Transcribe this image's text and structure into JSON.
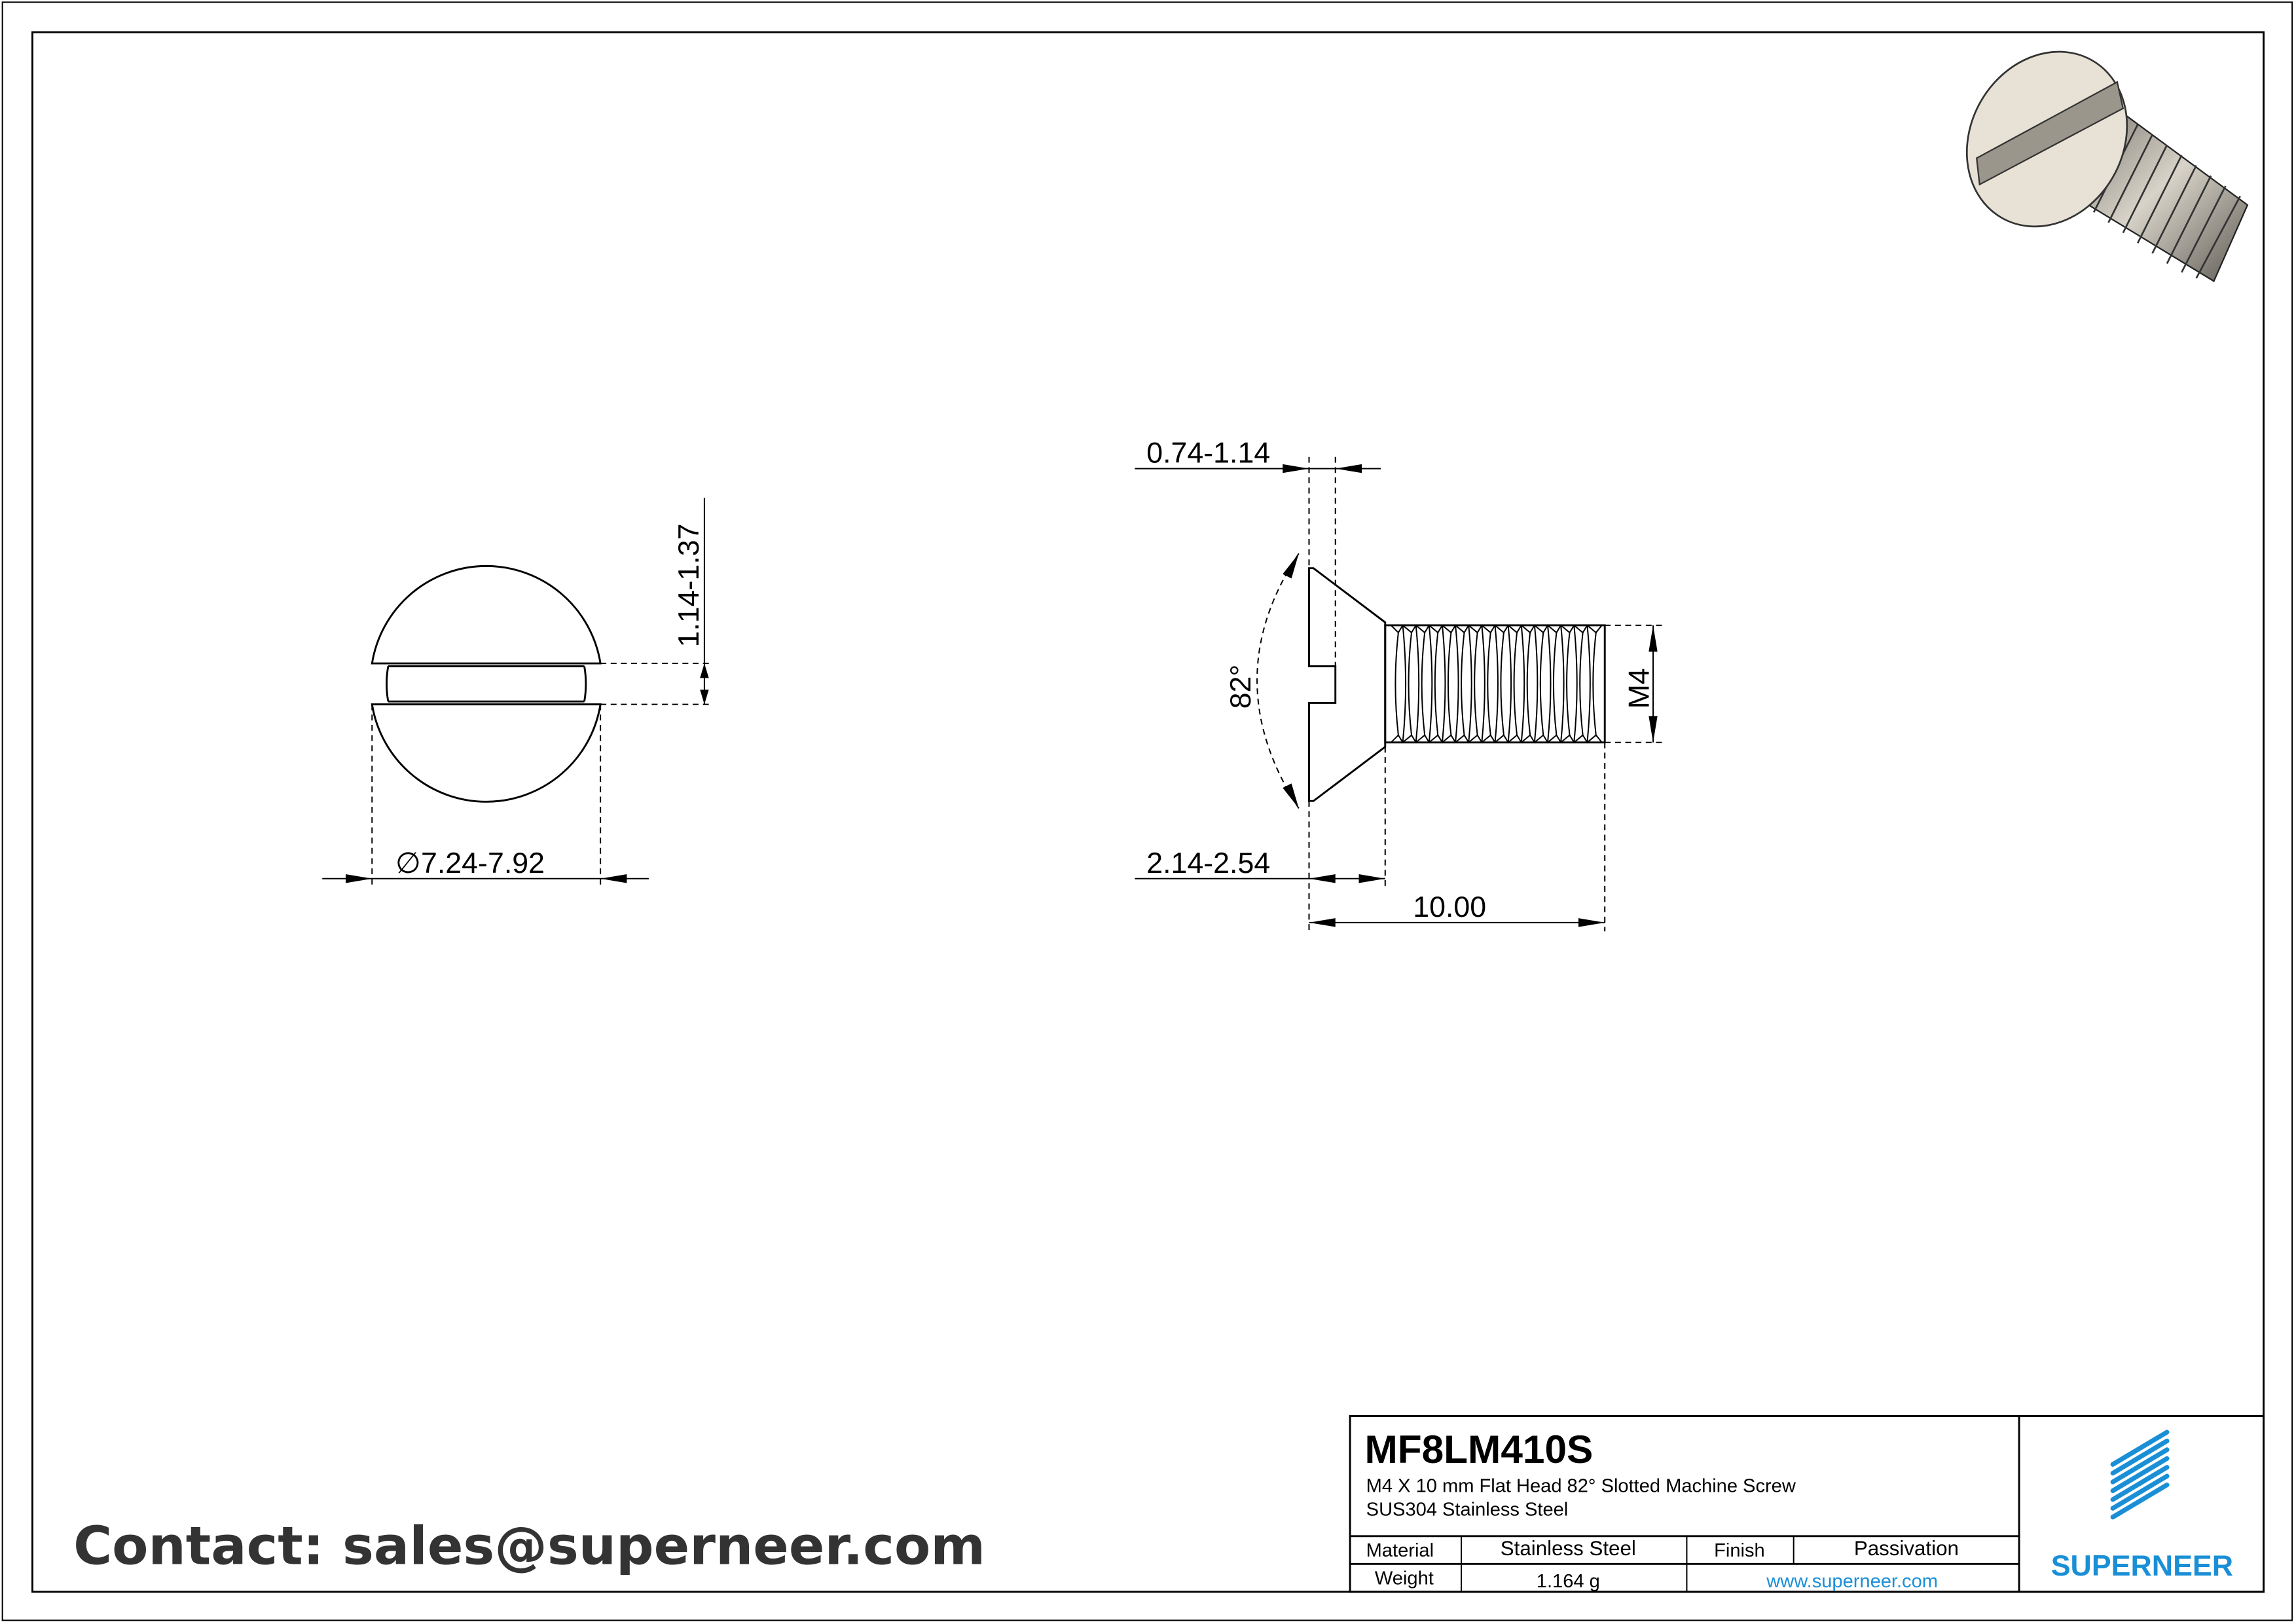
{
  "drawing": {
    "front_view": {
      "slot_depth_dim": "1.14-1.37",
      "head_diameter_dim": "∅7.24-7.92"
    },
    "side_view": {
      "slot_width_dim": "0.74-1.14",
      "head_angle_dim": "82°",
      "thread_dim": "M4",
      "head_height_dim": "2.14-2.54",
      "length_dim": "10.00"
    }
  },
  "title_block": {
    "part_number": "MF8LM410S",
    "description": "M4 X 10 mm  Flat Head 82° Slotted Machine Screw",
    "material_spec": "SUS304 Stainless Steel",
    "material_label": "Material",
    "material_value": "Stainless Steel",
    "finish_label": "Finish",
    "finish_value": "Passivation",
    "weight_label": "Weight",
    "weight_value": "1.164 g",
    "website": "www.superneer.com",
    "brand": "SUPERNEER",
    "brand_color": "#1a8fd6"
  },
  "contact": "Contact: sales@superneer.com"
}
